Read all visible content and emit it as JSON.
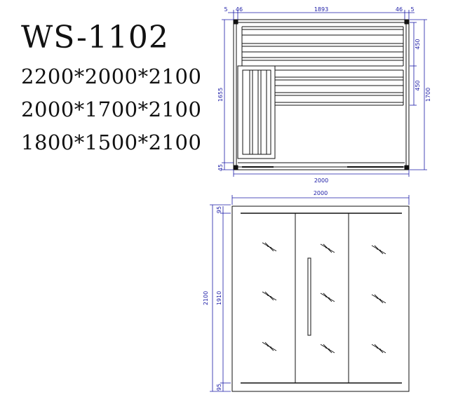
{
  "model": "WS-1102",
  "sizes": [
    "2200*2000*2100",
    "2000*1700*2100",
    "1800*1500*2100"
  ],
  "plan_view": {
    "dimensions": {
      "top_left_small_1": "5",
      "top_left_small_2": "46",
      "top_width": "1893",
      "top_right_small_1": "46",
      "top_right_small_2": "5",
      "left_height": "1655",
      "left_bottom": "45",
      "right_upper": "450",
      "right_middle": "450",
      "right_total": "1700",
      "bottom_width": "2000"
    }
  },
  "front_view": {
    "dimensions": {
      "top_width": "2000",
      "total_height": "2100",
      "inner_height": "1910",
      "top_offset": "95",
      "bottom_offset": "95"
    }
  },
  "colors": {
    "line": "#111111",
    "dimension": "#1a1aa6"
  }
}
